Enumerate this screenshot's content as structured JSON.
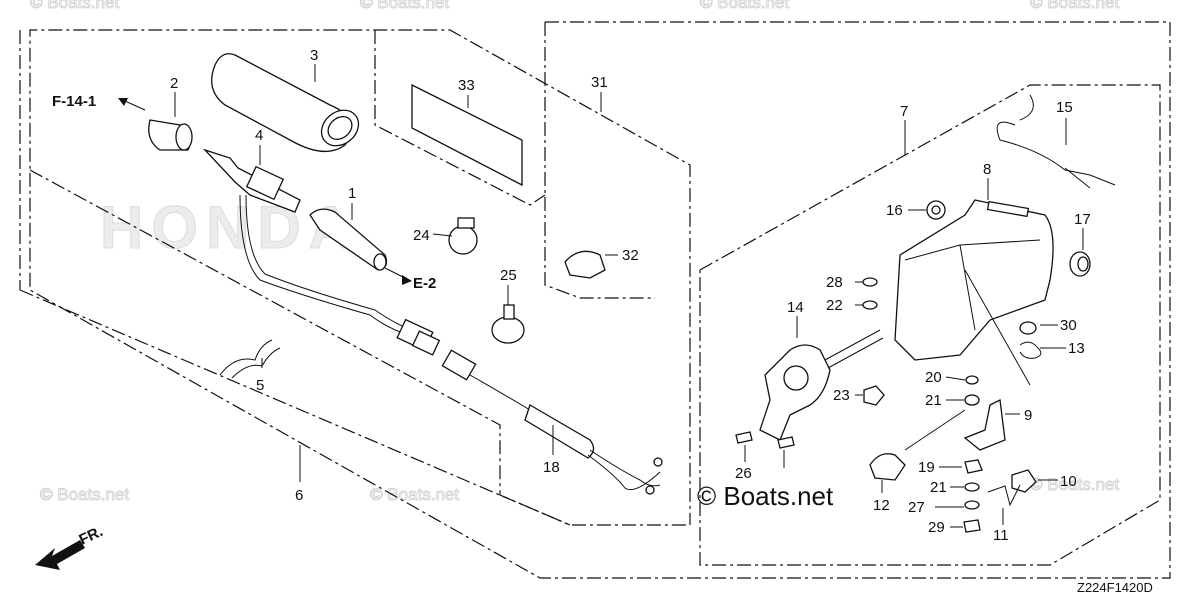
{
  "watermark": "© Boats.net",
  "center_watermark": "© Boats.net",
  "brand_watermark": "HONDA",
  "drawing_code": "Z224F1420D",
  "direction_arrow": {
    "label": "FR.",
    "icon": "arrow-down-left-icon"
  },
  "refs": {
    "f14": "F-14-1",
    "e2": "E-2"
  },
  "callouts": {
    "p1": "1",
    "p2": "2",
    "p3": "3",
    "p4": "4",
    "p5": "5",
    "p6": "6",
    "p7": "7",
    "p8": "8",
    "p9": "9",
    "p10": "10",
    "p11": "11",
    "p12": "12",
    "p13": "13",
    "p14": "14",
    "p15": "15",
    "p16": "16",
    "p17": "17",
    "p18": "18",
    "p19": "19",
    "p20": "20",
    "p21a": "21",
    "p21b": "21",
    "p22": "22",
    "p23": "23",
    "p24": "24",
    "p25": "25",
    "p26": "26",
    "p27": "27",
    "p28": "28",
    "p29": "29",
    "p30": "30",
    "p31": "31",
    "p32": "32",
    "p33": "33"
  }
}
